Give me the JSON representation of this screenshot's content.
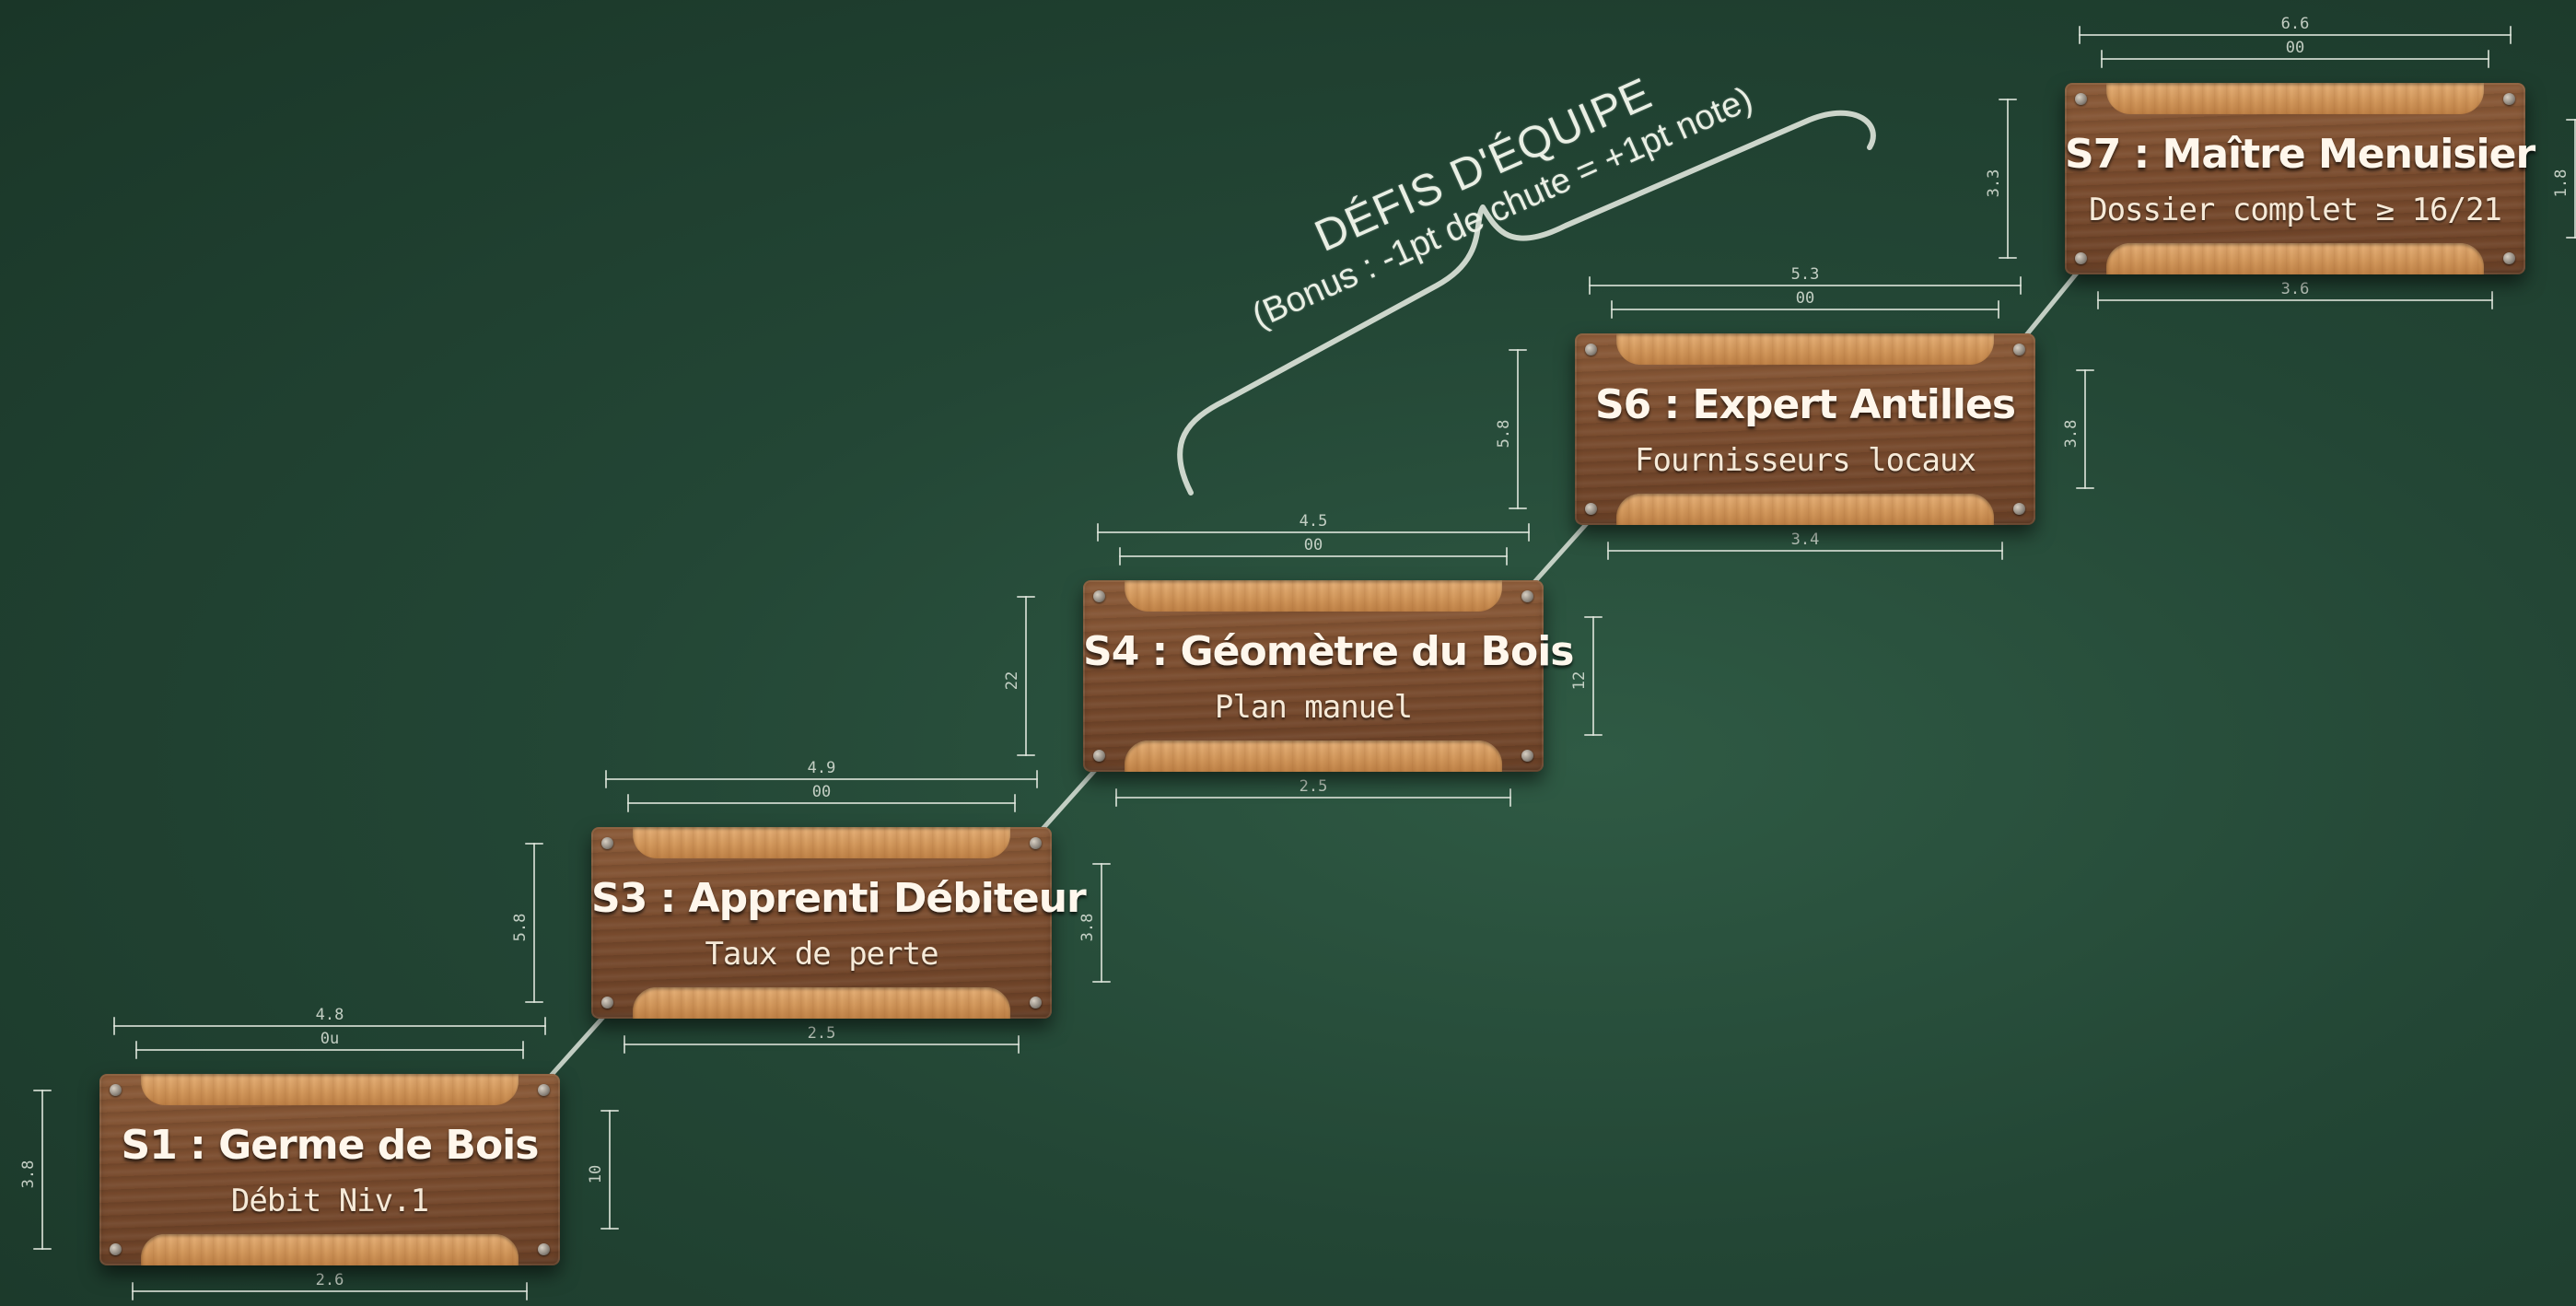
{
  "steps": [
    {
      "title": "S1 : Germe de Bois",
      "subtitle": "Débit Niv.1",
      "dimensions": {
        "top_outer": "4.8",
        "top_inner": "0u",
        "left": "3.8",
        "right": "10",
        "bottom": "2.6"
      }
    },
    {
      "title": "S3 : Apprenti Débiteur",
      "subtitle": "Taux de perte",
      "dimensions": {
        "top_outer": "4.9",
        "top_inner": "00",
        "left": "5.8",
        "right": "3.8",
        "bottom": "2.5"
      }
    },
    {
      "title": "S4 : Géomètre du Bois",
      "subtitle": "Plan manuel",
      "dimensions": {
        "top_outer": "4.5",
        "top_inner": "00",
        "left": "22",
        "right": "12",
        "bottom": "2.5"
      }
    },
    {
      "title": "S6 : Expert Antilles",
      "subtitle": "Fournisseurs locaux",
      "dimensions": {
        "top_outer": "5.3",
        "top_inner": "00",
        "left": "5.8",
        "right": "3.8",
        "bottom": "3.4"
      }
    },
    {
      "title": "S7 : Maître Menuisier",
      "subtitle": "Dossier complet ≥ 16/21",
      "dimensions": {
        "top_outer": "6.6",
        "top_inner": "00",
        "left": "3.3",
        "right": "1.8",
        "bottom": "3.6"
      }
    }
  ],
  "annotation": {
    "title": "DÉFIS D'ÉQUIPE",
    "note": "(Bonus : -1pt de chute = +1pt note)"
  },
  "colors": {
    "board": "#234635",
    "chalk": "#dfe6dc",
    "wood_dark": "#7a4c2e",
    "wood_light": "#d49a5e"
  }
}
